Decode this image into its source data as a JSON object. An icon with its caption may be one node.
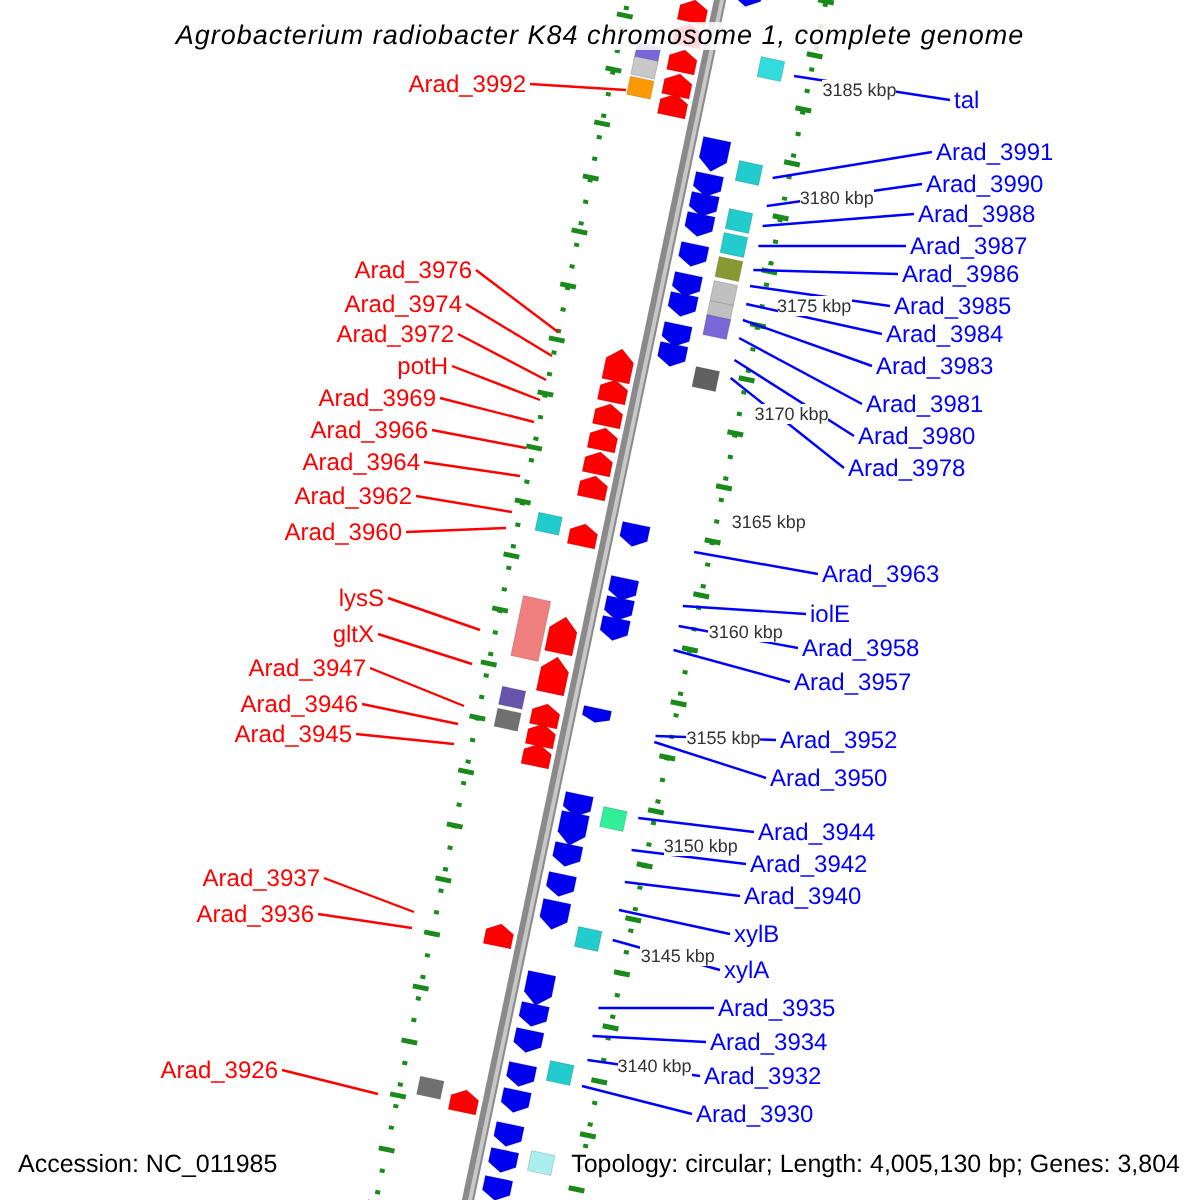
{
  "diagram": {
    "title": "Agrobacterium radiobacter K84 chromosome 1, complete genome",
    "nodes": [
      {
        "text": [
          "Arad_3992"
        ]
      },
      {
        "text": [
          "Arad_3976"
        ]
      },
      {
        "text": [
          "Arad_3974"
        ]
      },
      {
        "text": [
          "Arad_3972"
        ]
      },
      {
        "text": [
          "potH"
        ]
      },
      {
        "text": [
          "Arad_3969"
        ]
      },
      {
        "text": [
          "Arad_3966"
        ]
      },
      {
        "text": [
          "Arad_3964"
        ]
      },
      {
        "text": [
          "Arad_3962"
        ]
      },
      {
        "text": [
          "Arad_3960"
        ]
      },
      {
        "text": [
          "lysS"
        ]
      },
      {
        "text": [
          "gltX"
        ]
      },
      {
        "text": [
          "Arad_3947"
        ]
      },
      {
        "text": [
          "Arad_3946"
        ]
      },
      {
        "text": [
          "Arad_3945"
        ]
      },
      {
        "text": [
          "Arad_3937"
        ]
      },
      {
        "text": [
          "Arad_3936"
        ]
      },
      {
        "text": [
          "Arad_3926"
        ]
      },
      {
        "text": [
          "tal"
        ]
      },
      {
        "text": [
          "Arad_3991"
        ]
      },
      {
        "text": [
          "Arad_3990"
        ]
      },
      {
        "text": [
          "Arad_3988"
        ]
      },
      {
        "text": [
          "Arad_3987"
        ]
      },
      {
        "text": [
          "Arad_3986"
        ]
      },
      {
        "text": [
          "Arad_3985"
        ]
      },
      {
        "text": [
          "Arad_3984"
        ]
      },
      {
        "text": [
          "Arad_3983"
        ]
      },
      {
        "text": [
          "Arad_3981"
        ]
      },
      {
        "text": [
          "Arad_3980"
        ]
      },
      {
        "text": [
          "Arad_3978"
        ]
      },
      {
        "text": [
          "Arad_3963"
        ]
      },
      {
        "text": [
          "iolE"
        ]
      },
      {
        "text": [
          "Arad_3958"
        ]
      },
      {
        "text": [
          "Arad_3957"
        ]
      },
      {
        "text": [
          "Arad_3952"
        ]
      },
      {
        "text": [
          "Arad_3950"
        ]
      },
      {
        "text": [
          "Arad_3944"
        ]
      },
      {
        "text": [
          "Arad_3942"
        ]
      },
      {
        "text": [
          "Arad_3940"
        ]
      },
      {
        "text": [
          "xylB"
        ]
      },
      {
        "text": [
          "xylA"
        ]
      },
      {
        "text": [
          "Arad_3935"
        ]
      },
      {
        "text": [
          "Arad_3934"
        ]
      },
      {
        "text": [
          "Arad_3932"
        ]
      },
      {
        "text": [
          "Arad_3930"
        ]
      }
    ],
    "edges": [
      {
        "from": 0,
        "to": null,
        "arrow": "none",
        "color": "#ff0000"
      },
      {
        "from": 1,
        "to": null,
        "arrow": "none",
        "color": "#ff0000"
      },
      {
        "from": 2,
        "to": null,
        "arrow": "none",
        "color": "#ff0000"
      },
      {
        "from": 3,
        "to": null,
        "arrow": "none",
        "color": "#ff0000"
      },
      {
        "from": 4,
        "to": null,
        "arrow": "none",
        "color": "#ff0000"
      },
      {
        "from": 5,
        "to": null,
        "arrow": "none",
        "color": "#ff0000"
      },
      {
        "from": 6,
        "to": null,
        "arrow": "none",
        "color": "#ff0000"
      },
      {
        "from": 7,
        "to": null,
        "arrow": "none",
        "color": "#ff0000"
      },
      {
        "from": 8,
        "to": null,
        "arrow": "none",
        "color": "#ff0000"
      },
      {
        "from": 9,
        "to": null,
        "arrow": "none",
        "color": "#ff0000"
      },
      {
        "from": 10,
        "to": null,
        "arrow": "none",
        "color": "#ff0000"
      },
      {
        "from": 11,
        "to": null,
        "arrow": "none",
        "color": "#ff0000"
      },
      {
        "from": 12,
        "to": null,
        "arrow": "none",
        "color": "#ff0000"
      },
      {
        "from": 13,
        "to": null,
        "arrow": "none",
        "color": "#ff0000"
      },
      {
        "from": 14,
        "to": null,
        "arrow": "none",
        "color": "#ff0000"
      },
      {
        "from": 15,
        "to": null,
        "arrow": "none",
        "color": "#ff0000"
      },
      {
        "from": 16,
        "to": null,
        "arrow": "none",
        "color": "#ff0000"
      },
      {
        "from": 17,
        "to": null,
        "arrow": "none",
        "color": "#ff0000"
      },
      {
        "from": 18,
        "to": null,
        "arrow": "none",
        "color": "#0000ff"
      },
      {
        "from": 19,
        "to": null,
        "arrow": "none",
        "color": "#0000ff"
      },
      {
        "from": 20,
        "to": null,
        "arrow": "none",
        "color": "#0000ff"
      },
      {
        "from": 21,
        "to": null,
        "arrow": "none",
        "color": "#0000ff"
      },
      {
        "from": 22,
        "to": null,
        "arrow": "none",
        "color": "#0000ff"
      },
      {
        "from": 23,
        "to": null,
        "arrow": "none",
        "color": "#0000ff"
      },
      {
        "from": 24,
        "to": null,
        "arrow": "none",
        "color": "#0000ff"
      },
      {
        "from": 25,
        "to": null,
        "arrow": "none",
        "color": "#0000ff"
      },
      {
        "from": 26,
        "to": null,
        "arrow": "none",
        "color": "#0000ff"
      },
      {
        "from": 27,
        "to": null,
        "arrow": "none",
        "color": "#0000ff"
      },
      {
        "from": 28,
        "to": null,
        "arrow": "none",
        "color": "#0000ff"
      },
      {
        "from": 29,
        "to": null,
        "arrow": "none",
        "color": "#0000ff"
      },
      {
        "from": 30,
        "to": null,
        "arrow": "none",
        "color": "#0000ff"
      },
      {
        "from": 31,
        "to": null,
        "arrow": "none",
        "color": "#0000ff"
      },
      {
        "from": 32,
        "to": null,
        "arrow": "none",
        "color": "#0000ff"
      },
      {
        "from": 33,
        "to": null,
        "arrow": "none",
        "color": "#0000ff"
      },
      {
        "from": 34,
        "to": null,
        "arrow": "none",
        "color": "#0000ff"
      },
      {
        "from": 35,
        "to": null,
        "arrow": "none",
        "color": "#0000ff"
      },
      {
        "from": 36,
        "to": null,
        "arrow": "none",
        "color": "#0000ff"
      },
      {
        "from": 37,
        "to": null,
        "arrow": "none",
        "color": "#0000ff"
      },
      {
        "from": 38,
        "to": null,
        "arrow": "none",
        "color": "#0000ff"
      },
      {
        "from": 39,
        "to": null,
        "arrow": "none",
        "color": "#0000ff"
      },
      {
        "from": 40,
        "to": null,
        "arrow": "none",
        "color": "#0000ff"
      },
      {
        "from": 41,
        "to": null,
        "arrow": "none",
        "color": "#0000ff"
      },
      {
        "from": 42,
        "to": null,
        "arrow": "none",
        "color": "#0000ff"
      },
      {
        "from": 43,
        "to": null,
        "arrow": "none",
        "color": "#0000ff"
      },
      {
        "from": 44,
        "to": null,
        "arrow": "none",
        "color": "#0000ff"
      }
    ],
    "labels": [
      "3185 kbp",
      "3180 kbp",
      "3175 kbp",
      "3170 kbp",
      "3165 kbp",
      "3160 kbp",
      "3155 kbp",
      "3150 kbp",
      "3145 kbp",
      "3140 kbp",
      "Accession: NC_011985",
      "Topology: circular; Length: 4,005,130 bp; Genes: 3,804"
    ]
  }
}
